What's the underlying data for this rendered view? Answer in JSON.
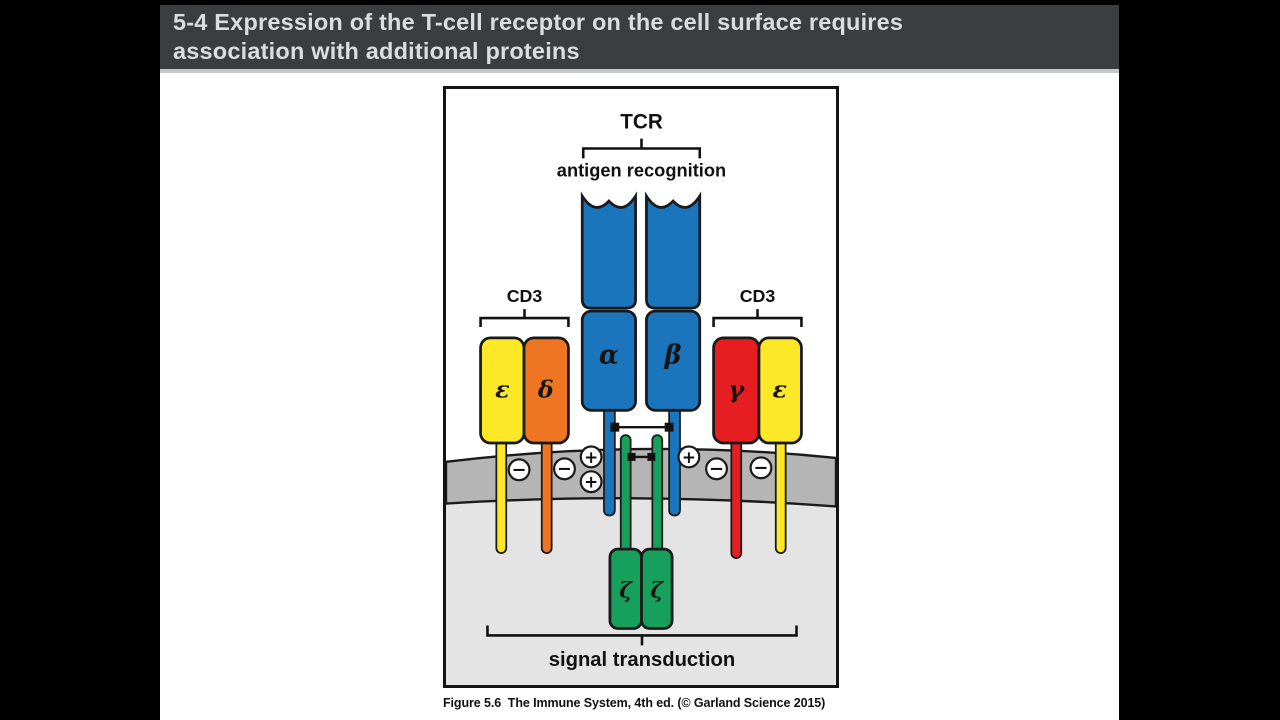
{
  "title_bar": {
    "line1": "5-4 Expression of the T-cell receptor on the cell surface requires",
    "line2": "association with additional proteins"
  },
  "figure": {
    "tcr": {
      "label": "TCR",
      "region_label": "antigen recognition",
      "alpha_label": "α",
      "beta_label": "β"
    },
    "cd3_left": {
      "label": "CD3",
      "epsilon_label": "ε",
      "delta_label": "δ"
    },
    "cd3_right": {
      "label": "CD3",
      "gamma_label": "γ",
      "epsilon_label": "ε"
    },
    "zeta": {
      "left_label": "ζ",
      "right_label": "ζ",
      "region_label": "signal transduction"
    },
    "charges": {
      "plus": "+",
      "minus": "−"
    },
    "colors": {
      "tcr_blue": "#1b75bc",
      "epsilon_yellow": "#fce826",
      "delta_orange": "#ee7623",
      "gamma_red": "#e61d21",
      "zeta_green": "#17a05b",
      "membrane_gray": "#b5b5b5",
      "cytosol_gray": "#e4e4e4",
      "outline_black": "#1a1a1a",
      "title_bar_bg": "#3b3e3e"
    }
  },
  "caption": {
    "text": "Figure 5.6  The Immune System, 4th ed. (© Garland Science 2015)"
  }
}
